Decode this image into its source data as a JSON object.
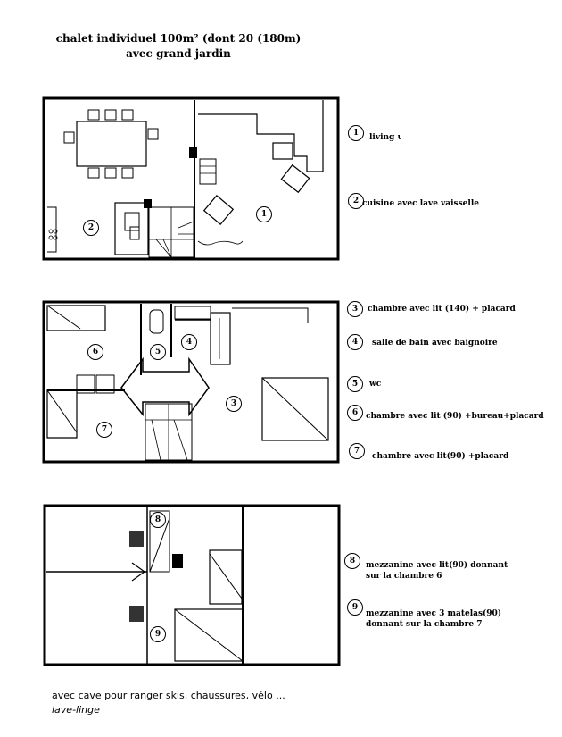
{
  "header": {
    "title_line1": "chalet individuel 100m² (dont 20 (180m)",
    "title_line2": "avec grand jardin"
  },
  "rooms": {
    "r1": "1",
    "r2": "2",
    "r3": "3",
    "r4": "4",
    "r5": "5",
    "r6": "6",
    "r7": "7",
    "r8": "8",
    "r9": "9"
  },
  "legend": [
    {
      "num": "1",
      "text": "living ι"
    },
    {
      "num": "2",
      "text": "cuisine avec lave vaisselle"
    },
    {
      "num": "3",
      "text": "chambre avec lit (140) + placard"
    },
    {
      "num": "4",
      "text": "salle de bain avec baignoire"
    },
    {
      "num": "5",
      "text": "wc"
    },
    {
      "num": "6",
      "text": "chambre avec lit (90) +bureau+placard"
    },
    {
      "num": "7",
      "text": "chambre avec lit(90) +placard"
    },
    {
      "num": "8",
      "text": "mezzanine avec lit(90) donnant",
      "text2": "sur la chambre 6"
    },
    {
      "num": "9",
      "text": "mezzanine avec 3 matelas(90)",
      "text2": "donnant sur la chambre 7"
    }
  ],
  "footer": {
    "note1": "avec cave pour ranger skis, chaussures, vélo ...",
    "note2": "lave-linge"
  }
}
